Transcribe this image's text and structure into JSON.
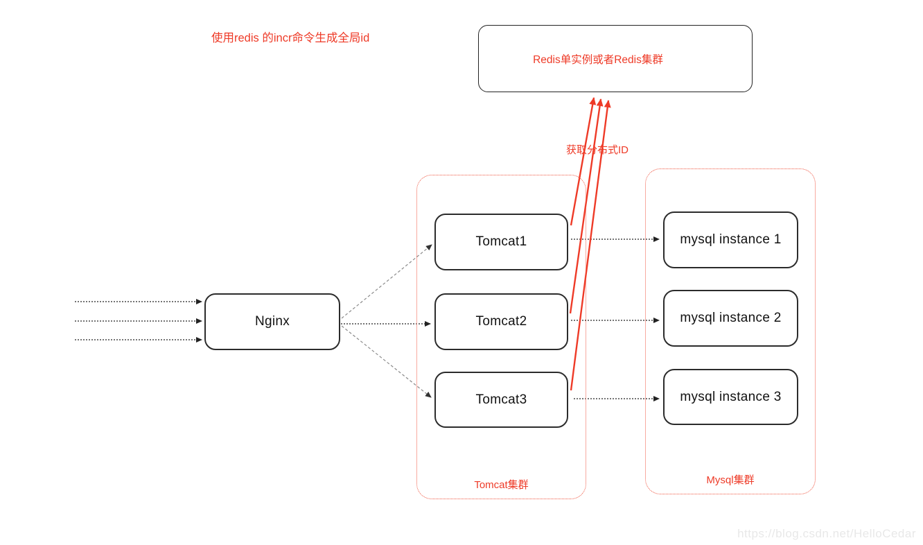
{
  "note_top": "使用redis 的incr命令生成全局id",
  "fetch_id_label": "获取分布式ID",
  "redis": {
    "label": "Redis单实例或者Redis集群"
  },
  "nginx": {
    "label": "Nginx"
  },
  "tomcat_cluster": {
    "label": "Tomcat集群",
    "nodes": [
      "Tomcat1",
      "Tomcat2",
      "Tomcat3"
    ]
  },
  "mysql_cluster": {
    "label": "Mysql集群",
    "nodes": [
      "mysql instance 1",
      "mysql instance 2",
      "mysql instance 3"
    ]
  },
  "watermark": "https://blog.csdn.net/HelloCedar",
  "colors": {
    "accent_red": "#ee3a27",
    "cluster_border_red": "#f05540",
    "node_border": "#2b2b2b",
    "dotted_arrow": "#222222",
    "dashed_diagonal": "#8a8a8a",
    "watermark_gray": "#e8e8e8",
    "background": "#ffffff"
  }
}
